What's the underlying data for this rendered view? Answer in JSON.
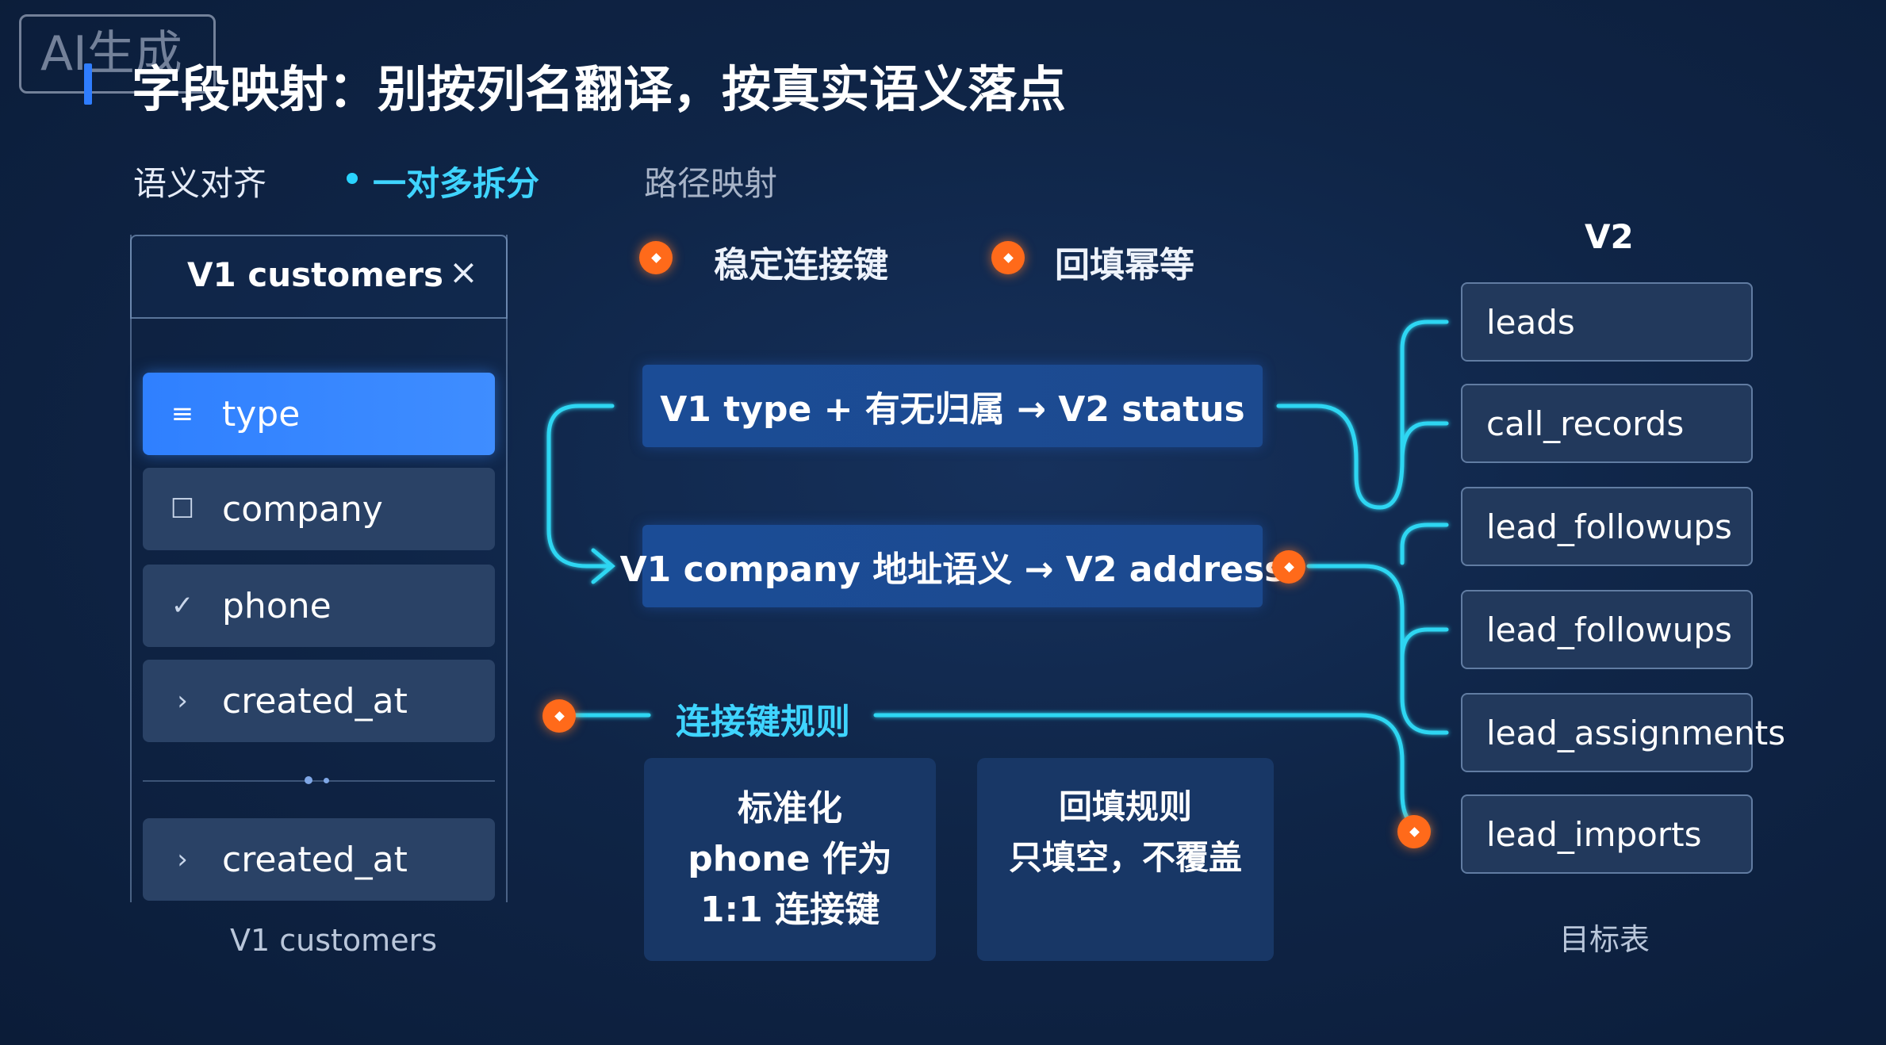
{
  "watermark": "AI生成",
  "title": "字段映射：别按列名翻译，按真实语义落点",
  "tabs": [
    {
      "label": "语义对齐"
    },
    {
      "label": "一对多拆分"
    },
    {
      "label": "路径映射"
    }
  ],
  "source_panel": {
    "title": "V1 customers",
    "close_icon": "×",
    "fields": [
      {
        "icon": "≡",
        "icon_name": "drag-handle-icon",
        "label": "type"
      },
      {
        "icon": "☐",
        "icon_name": "checkbox-icon",
        "label": "company"
      },
      {
        "icon": "✓",
        "icon_name": "check-icon",
        "label": "phone"
      },
      {
        "icon": "›",
        "icon_name": "chevron-right-icon",
        "label": "created_at"
      },
      {
        "icon": "›",
        "icon_name": "chevron-right-icon",
        "label": "created_at"
      }
    ],
    "footer": "V1 customers"
  },
  "legend": [
    {
      "label": "稳定连接键"
    },
    {
      "label": "回填幂等"
    }
  ],
  "mappings": [
    {
      "text": "V1 type + 有无归属 → V2 status"
    },
    {
      "text": "V1 company 地址语义 → V2 address"
    }
  ],
  "rules": {
    "title": "连接键规则",
    "boxes": [
      {
        "lines": [
          "标准化",
          "phone 作为",
          "1:1 连接键"
        ]
      },
      {
        "lines": [
          "回填规则",
          "只填空，不覆盖"
        ]
      }
    ]
  },
  "target": {
    "title": "V2",
    "tables": [
      "leads",
      "call_records",
      "lead_followups",
      "lead_followups",
      "lead_assignments",
      "lead_imports"
    ],
    "footer": "目标表"
  },
  "colors": {
    "accent_blue": "#2f80ff",
    "cyan": "#29d3ff",
    "orange": "#ff6a1a",
    "background": "#0f2547"
  }
}
